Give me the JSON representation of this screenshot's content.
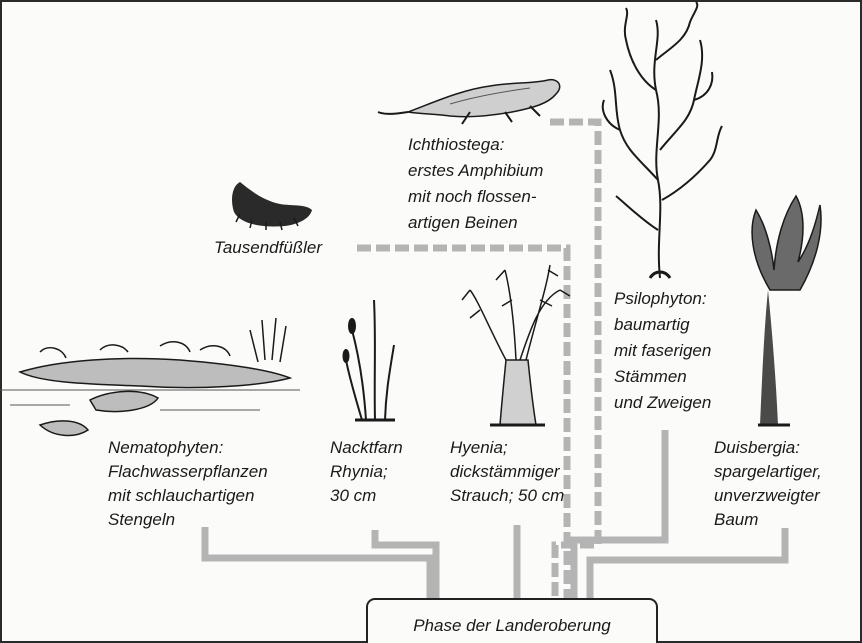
{
  "labels": {
    "ichthiostega": [
      "Ichthiostega:",
      "erstes Amphibium",
      "mit noch flossen-",
      "artigen Beinen"
    ],
    "tausendfuessler": [
      "Tausendfüßler"
    ],
    "psilophyton": [
      "Psilophyton:",
      "baumartig",
      "mit faserigen",
      "Stämmen",
      "und Zweigen"
    ],
    "nematophyten": [
      "Nematophyten:",
      "Flachwasserpflanzen",
      "mit schlauchartigen",
      "Stengeln"
    ],
    "rhynia": [
      "Nacktfarn",
      "Rhynia;",
      "30 cm"
    ],
    "hyenia": [
      "Hyenia;",
      "dickstämmiger",
      "Strauch; 50 cm"
    ],
    "duisbergia": [
      "Duisbergia:",
      "spargelartiger,",
      "unverzweigter",
      "Baum"
    ]
  },
  "phase": "Phase der Landeroberung",
  "colors": {
    "connector": "#b4b4b4",
    "ink": "#1a1a1a",
    "frame": "#2a2a2a"
  }
}
